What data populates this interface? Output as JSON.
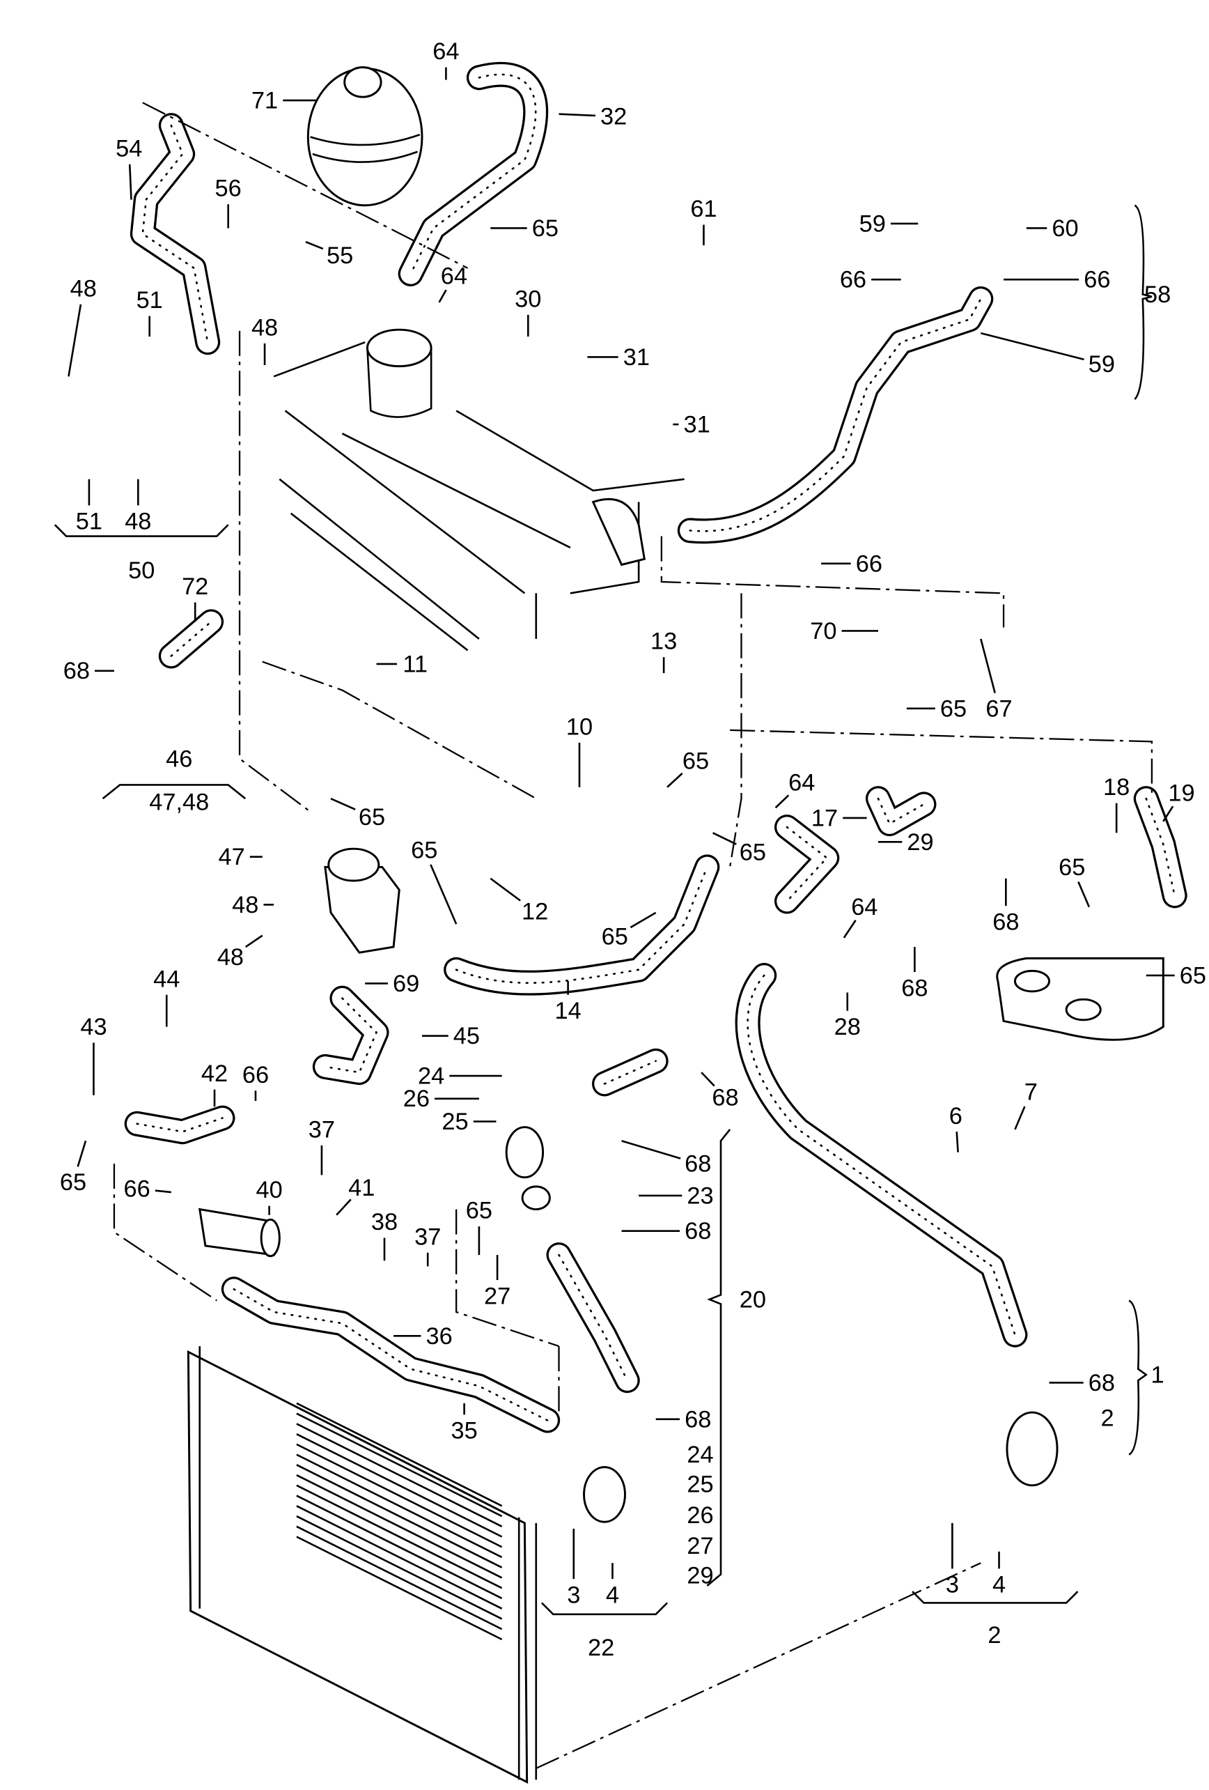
{
  "diagram": {
    "type": "exploded parts diagram",
    "labels": [
      "64",
      "71",
      "32",
      "54",
      "56",
      "55",
      "65",
      "64",
      "30",
      "61",
      "59",
      "60",
      "66",
      "66",
      "58",
      "59",
      "48",
      "51",
      "48",
      "31",
      "31",
      "51",
      "48",
      "50",
      "66",
      "72",
      "13",
      "70",
      "68",
      "11",
      "65",
      "67",
      "10",
      "46",
      "47,48",
      "64",
      "18",
      "19",
      "65",
      "65",
      "17",
      "65",
      "29",
      "47",
      "48",
      "65",
      "12",
      "65",
      "65",
      "64",
      "68",
      "48",
      "69",
      "65",
      "44",
      "14",
      "28",
      "68",
      "43",
      "45",
      "24",
      "42",
      "66",
      "26",
      "25",
      "68",
      "7",
      "6",
      "65",
      "37",
      "41",
      "40",
      "66",
      "68",
      "65",
      "23",
      "68",
      "38",
      "37",
      "27",
      "20",
      "36",
      "1",
      "68",
      "2",
      "35",
      "68",
      "24",
      "25",
      "26",
      "27",
      "29",
      "3",
      "4",
      "22",
      "3",
      "4",
      "2"
    ]
  }
}
